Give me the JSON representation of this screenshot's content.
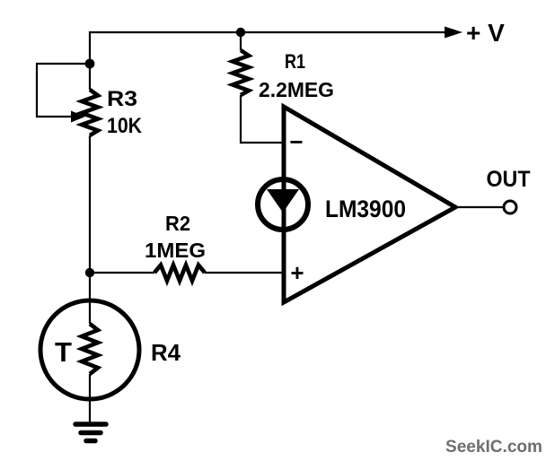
{
  "diagram": {
    "type": "schematic",
    "supply_label": "+ V",
    "output_label": "OUT",
    "opamp": {
      "part": "LM3900",
      "inverting_mark": "−",
      "noninverting_mark": "+"
    },
    "r1": {
      "ref": "R1",
      "value": "2.2MEG"
    },
    "r2": {
      "ref": "R2",
      "value": "1MEG"
    },
    "r3": {
      "ref": "R3",
      "value": "10K"
    },
    "r4": {
      "ref": "R4",
      "thermistor_mark": "T"
    },
    "colors": {
      "ink": "#000000",
      "background": "#ffffff",
      "watermark": "#6e6e6e"
    }
  },
  "watermark": "SeekIC.com"
}
